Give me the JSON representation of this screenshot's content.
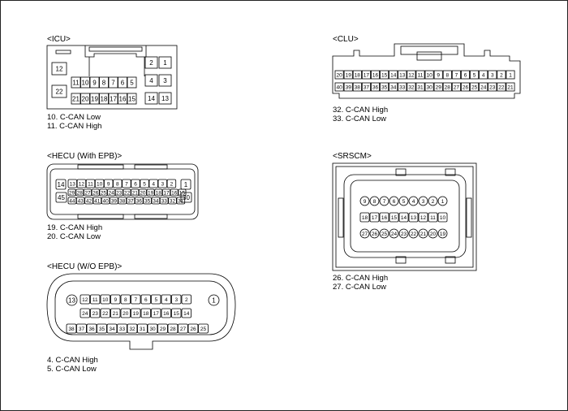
{
  "connectors": {
    "icu": {
      "title": "<ICU>",
      "pins": {
        "p1": "1",
        "p2": "2",
        "p3": "3",
        "p4": "4",
        "p5": "5",
        "p6": "6",
        "p7": "7",
        "p8": "8",
        "p9": "9",
        "p10": "10",
        "p11": "11",
        "p12": "12",
        "p13": "13",
        "p14": "14",
        "p15": "15",
        "p16": "16",
        "p17": "17",
        "p18": "18",
        "p19": "19",
        "p20": "20",
        "p21": "21",
        "p22": "22"
      },
      "notes": [
        "10. C-CAN Low",
        "11. C-CAN High"
      ]
    },
    "clu": {
      "title": "<CLU>",
      "row1": [
        "20",
        "19",
        "18",
        "17",
        "16",
        "15",
        "14",
        "13",
        "12",
        "11",
        "10",
        "9",
        "8",
        "7",
        "6",
        "5",
        "4",
        "3",
        "2",
        "1"
      ],
      "row2": [
        "40",
        "39",
        "38",
        "37",
        "36",
        "35",
        "34",
        "33",
        "32",
        "31",
        "30",
        "29",
        "28",
        "27",
        "26",
        "25",
        "24",
        "23",
        "22",
        "21"
      ],
      "notes": [
        "32. C-CAN High",
        "33. C-CAN Low"
      ]
    },
    "hecu_epb": {
      "title": "<HECU (With EPB)>",
      "top": [
        "14",
        "13",
        "12",
        "11",
        "10",
        "9",
        "8",
        "7",
        "6",
        "5",
        "4",
        "3",
        "2",
        "1"
      ],
      "mid": [
        "29",
        "28",
        "27",
        "26",
        "25",
        "24",
        "23",
        "22",
        "21",
        "20",
        "19",
        "18",
        "17",
        "16",
        "15"
      ],
      "bot": [
        "45",
        "44",
        "43",
        "42",
        "41",
        "40",
        "39",
        "38",
        "37",
        "36",
        "35",
        "34",
        "33",
        "32",
        "31",
        "30"
      ],
      "notes": [
        "19. C-CAN High",
        "20. C-CAN Low"
      ]
    },
    "srscm": {
      "title": "<SRSCM>",
      "row1": [
        "9",
        "8",
        "7",
        "6",
        "5",
        "4",
        "3",
        "2",
        "1"
      ],
      "row2": [
        "18",
        "17",
        "16",
        "15",
        "14",
        "13",
        "12",
        "11",
        "10"
      ],
      "row3": [
        "27",
        "26",
        "25",
        "24",
        "23",
        "22",
        "21",
        "20",
        "19"
      ],
      "notes": [
        "26. C-CAN High",
        "27. C-CAN Low"
      ]
    },
    "hecu_wo": {
      "title": "<HECU (W/O EPB)>",
      "row1": [
        "13",
        "12",
        "11",
        "10",
        "9",
        "8",
        "7",
        "6",
        "5",
        "4",
        "3",
        "2",
        "1"
      ],
      "row2": [
        "24",
        "23",
        "22",
        "21",
        "20",
        "19",
        "18",
        "17",
        "16",
        "15",
        "14"
      ],
      "row3": [
        "38",
        "37",
        "36",
        "35",
        "34",
        "33",
        "32",
        "31",
        "30",
        "29",
        "28",
        "27",
        "26",
        "25"
      ],
      "notes": [
        "4. C-CAN High",
        "5. C-CAN Low"
      ]
    }
  }
}
